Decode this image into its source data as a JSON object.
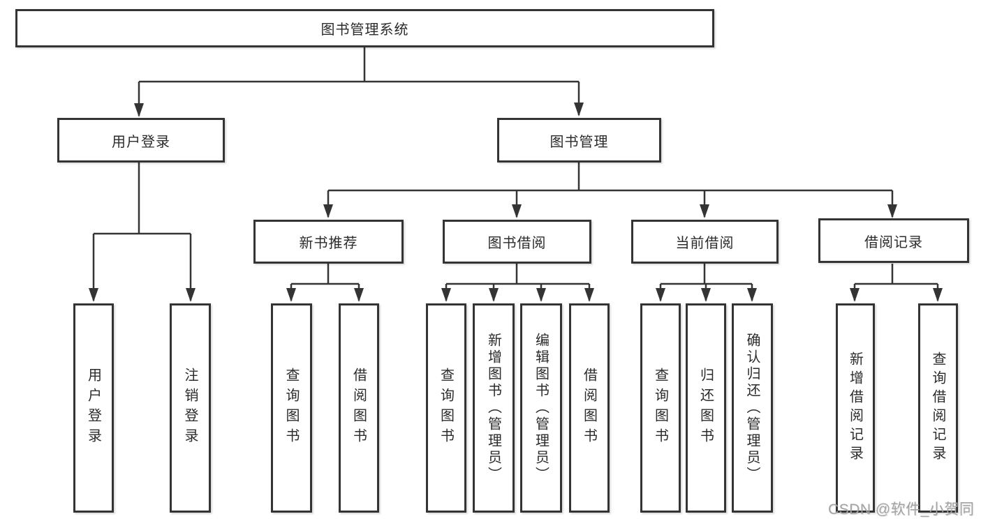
{
  "colors": {
    "background": "#ffffff",
    "line": "#343434",
    "box_border": "#343434",
    "box_text": "#2b2b2b",
    "watermark": "#a3a3a3"
  },
  "watermark": {
    "text": "CSDN @软件_小贺同学"
  },
  "tree": {
    "root": {
      "label": "图书管理系统",
      "children": [
        {
          "label": "用户登录",
          "children": [
            {
              "label": "用户登录"
            },
            {
              "label": "注销登录"
            }
          ]
        },
        {
          "label": "图书管理",
          "children": [
            {
              "label": "新书推荐",
              "children": [
                {
                  "label": "查询图书"
                },
                {
                  "label": "借阅图书"
                }
              ]
            },
            {
              "label": "图书借阅",
              "children": [
                {
                  "label": "查询图书"
                },
                {
                  "label": "新增图书（管理员）"
                },
                {
                  "label": "编辑图书（管理员）"
                },
                {
                  "label": "借阅图书"
                }
              ]
            },
            {
              "label": "当前借阅",
              "children": [
                {
                  "label": "查询图书"
                },
                {
                  "label": "归还图书"
                },
                {
                  "label": "确认归还（管理员）"
                }
              ]
            },
            {
              "label": "借阅记录",
              "children": [
                {
                  "label": "新增借阅记录"
                },
                {
                  "label": "查询借阅记录"
                }
              ]
            }
          ]
        }
      ]
    }
  }
}
